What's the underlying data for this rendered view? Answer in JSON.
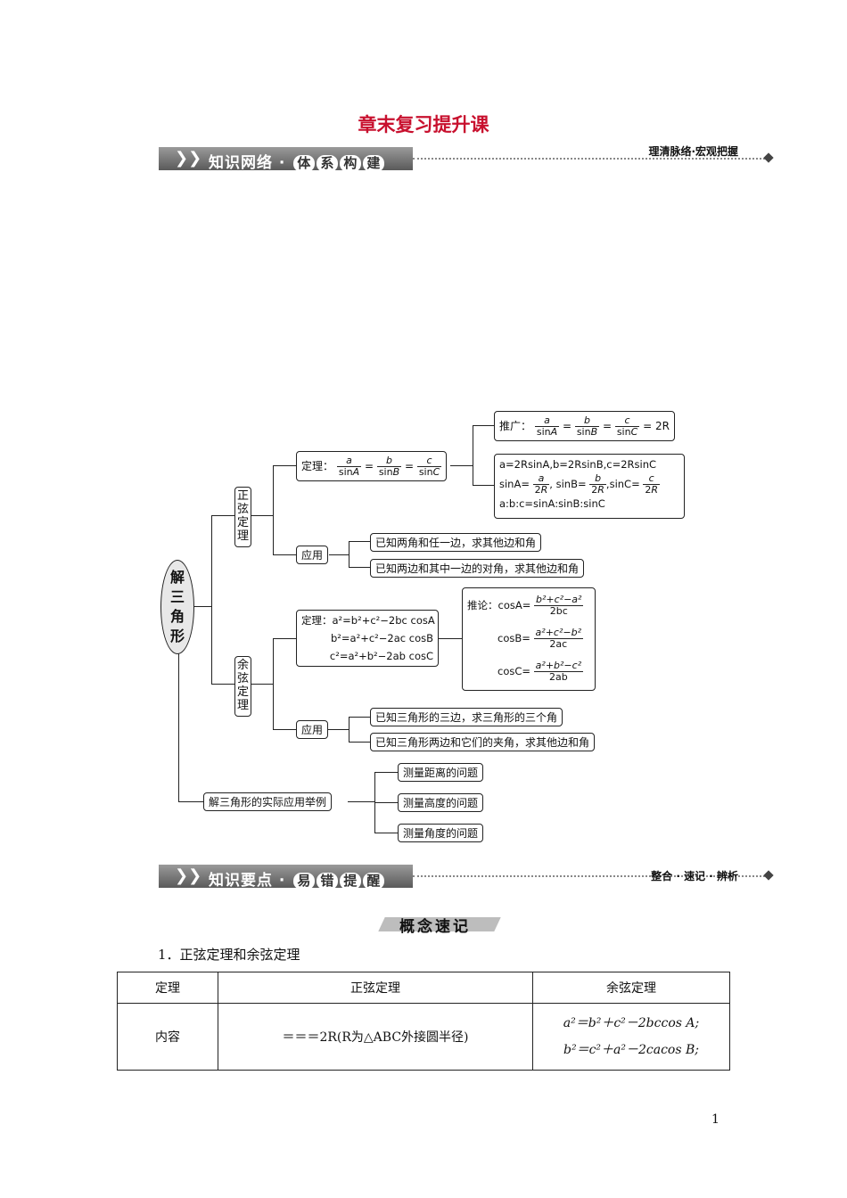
{
  "title": "章末复习提升课",
  "banner1": {
    "main": "知识网络",
    "sep": "·",
    "tag1": "体",
    "tag2": "系",
    "tag3": "构",
    "tag4": "建",
    "right": "理清脉络·宏观把握"
  },
  "banner2": {
    "main": "知识要点",
    "sep": "·",
    "tag1": "易",
    "tag2": "错",
    "tag3": "提",
    "tag4": "醒",
    "right": "整合 · 速记 · 辨析"
  },
  "map": {
    "root": "解三角形",
    "sine": "正弦定理",
    "cosine": "余弦定理",
    "sine_theorem_label": "定理：",
    "tuiguang_label": "推广：",
    "two_r": "= 2R",
    "sine_formula_line1": "a=2RsinA,b=2RsinB,c=2RsinC",
    "sine_formula_line2_a": "sinA=",
    "sine_formula_line2_b": ", sinB=",
    "sine_formula_line2_c": ",sinC=",
    "sine_formula_line3": "a:b:c=sinA:sinB:sinC",
    "apply": "应用",
    "sine_app1": "已知两角和任一边，求其他边和角",
    "sine_app2": "已知两边和其中一边的对角，求其他边和角",
    "cos_thm1": "定理：a²=b²+c²−2bc cosA",
    "cos_thm2": "b²=a²+c²−2ac cosB",
    "cos_thm3": "c²=a²+b²−2ab cosC",
    "infer_label": "推论：cosA=",
    "cosB_label": "cosB=",
    "cosC_label": "cosC=",
    "cosA_num": "b²+c²−a²",
    "cosA_den": "2bc",
    "cosB_num": "a²+c²−b²",
    "cosB_den": "2ac",
    "cosC_num": "a²+b²−c²",
    "cosC_den": "2ab",
    "cos_app1": "已知三角形的三边，求三角形的三个角",
    "cos_app2": "已知三角形两边和它们的夹角，求其他边和角",
    "practice": "解三角形的实际应用举例",
    "p1": "测量距离的问题",
    "p2": "测量高度的问题",
    "p3": "测量角度的问题"
  },
  "subheading": "概念速记",
  "section1": "1．正弦定理和余弦定理",
  "table": {
    "h1": "定理",
    "h2": "正弦定理",
    "h3": "余弦定理",
    "r1": "内容",
    "sine_content": "＝＝＝2R(R为△ABC外接圆半径)",
    "cos_line1": "a²＝b²＋c²－2bccos A;",
    "cos_line2": "b²＝c²＋a²－2cacos B;"
  },
  "page_number": "1"
}
